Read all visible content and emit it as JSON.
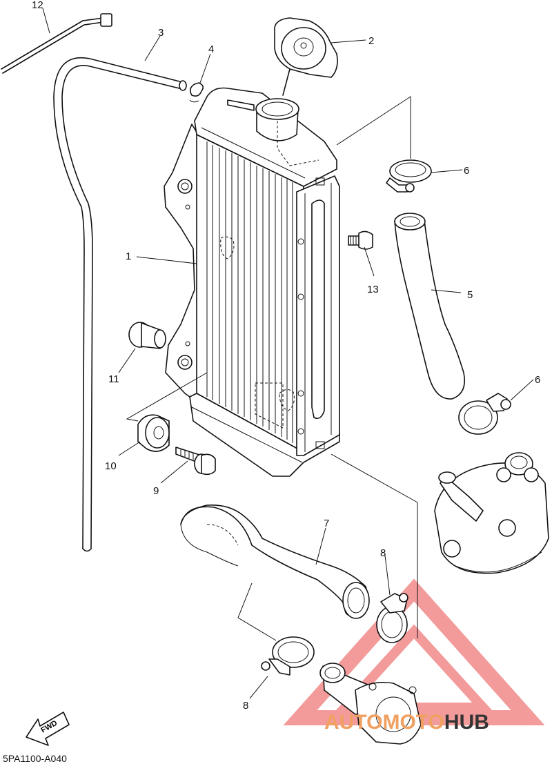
{
  "diagram": {
    "callouts": [
      "1",
      "2",
      "3",
      "4",
      "5",
      "6",
      "6",
      "7",
      "8",
      "8",
      "9",
      "10",
      "11",
      "12",
      "13"
    ],
    "drawing_code": "5PA1100-A040",
    "fwd_label": "FWD",
    "watermark": {
      "part1": "AUTOMOTO",
      "part2": "HUB",
      "color_primary": "#f0a060",
      "color_secondary": "#222222",
      "triangle_color": "#f07a7a"
    }
  }
}
